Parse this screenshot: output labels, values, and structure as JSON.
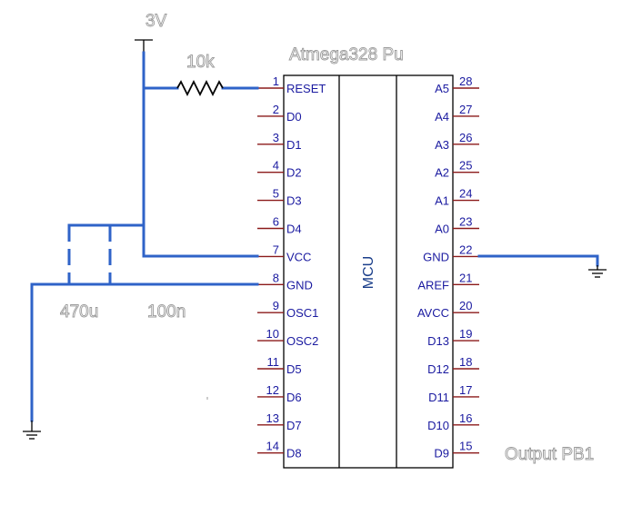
{
  "power_label": "3V",
  "resistor_label": "10k",
  "chip_label": "Atmega328 Pu",
  "core_label": "MCU",
  "cap1_label": "470u",
  "cap2_label": "100n",
  "output_label": "Output PB1",
  "left_pins": [
    {
      "num": "1",
      "name": "RESET"
    },
    {
      "num": "2",
      "name": "D0"
    },
    {
      "num": "3",
      "name": "D1"
    },
    {
      "num": "4",
      "name": "D2"
    },
    {
      "num": "5",
      "name": "D3"
    },
    {
      "num": "6",
      "name": "D4"
    },
    {
      "num": "7",
      "name": "VCC"
    },
    {
      "num": "8",
      "name": "GND"
    },
    {
      "num": "9",
      "name": "OSC1"
    },
    {
      "num": "10",
      "name": "OSC2"
    },
    {
      "num": "11",
      "name": "D5"
    },
    {
      "num": "12",
      "name": "D6"
    },
    {
      "num": "13",
      "name": "D7"
    },
    {
      "num": "14",
      "name": "D8"
    }
  ],
  "right_pins": [
    {
      "num": "28",
      "name": "A5"
    },
    {
      "num": "27",
      "name": "A4"
    },
    {
      "num": "26",
      "name": "A3"
    },
    {
      "num": "25",
      "name": "A2"
    },
    {
      "num": "24",
      "name": "A1"
    },
    {
      "num": "23",
      "name": "A0"
    },
    {
      "num": "22",
      "name": "GND"
    },
    {
      "num": "21",
      "name": "AREF"
    },
    {
      "num": "20",
      "name": "AVCC"
    },
    {
      "num": "19",
      "name": "D13"
    },
    {
      "num": "18",
      "name": "D12"
    },
    {
      "num": "17",
      "name": "D11"
    },
    {
      "num": "16",
      "name": "D10"
    },
    {
      "num": "15",
      "name": "D9"
    }
  ],
  "colors": {
    "wire": "#2f63c8",
    "pin": "#8b1a1a",
    "text": "#1a1aa0",
    "outline": "#000000"
  }
}
